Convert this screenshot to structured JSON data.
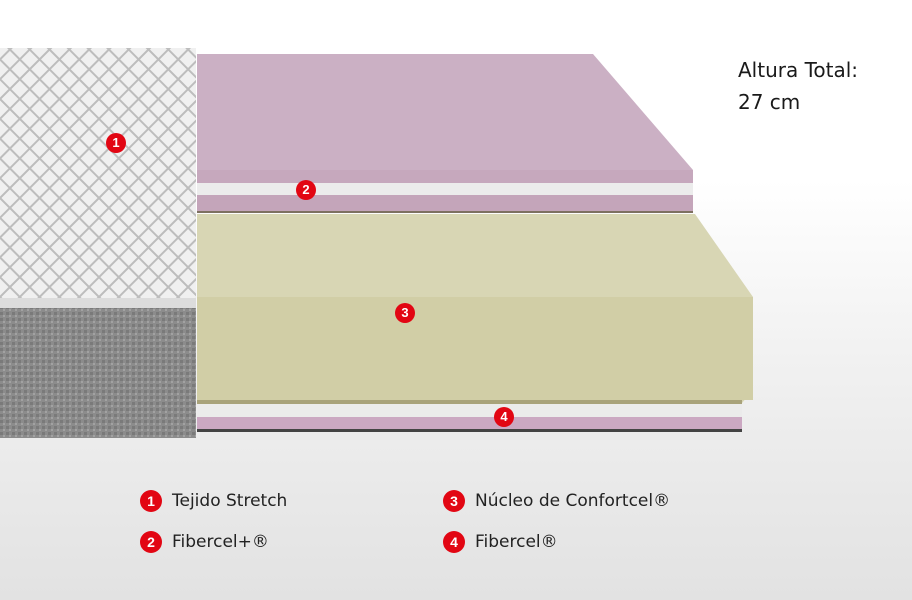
{
  "height_note": {
    "line1": "Altura Total:",
    "line2": "27 cm"
  },
  "layers": [
    {
      "number": "1",
      "label": "Tejido Stretch"
    },
    {
      "number": "2",
      "label": "Fibercel+®"
    },
    {
      "number": "3",
      "label": "Núcleo de Confortcel®"
    },
    {
      "number": "4",
      "label": "Fibercel®"
    }
  ],
  "colors": {
    "badge": "#e20613",
    "pink_foam": "#cbb0c4",
    "yellow_foam": "#d6d3ae",
    "fabric_gray": "#8a8a8a"
  }
}
